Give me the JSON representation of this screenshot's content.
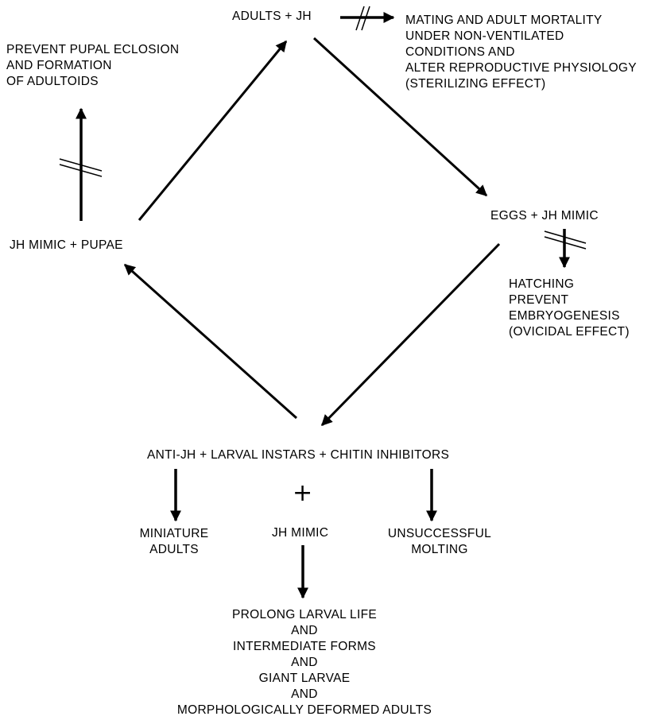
{
  "nodes": {
    "adults_jh": "ADULTS + JH",
    "eggs_jh_mimic": "EGGS + JH MIMIC",
    "jh_mimic_pupae": "JH MIMIC + PUPAE",
    "larval_row": "ANTI-JH + LARVAL INSTARS + CHITIN INHIBITORS",
    "larval_plus": "+",
    "jh_mimic": "JH MIMIC"
  },
  "effects": {
    "adults": [
      "MATING AND ADULT MORTALITY",
      "UNDER NON-VENTILATED",
      "CONDITIONS AND",
      "ALTER REPRODUCTIVE PHYSIOLOGY",
      "(STERILIZING EFFECT)"
    ],
    "pupae": [
      "PREVENT PUPAL ECLOSION",
      "AND FORMATION",
      "OF ADULTOIDS"
    ],
    "eggs": [
      "HATCHING",
      "PREVENT",
      "EMBRYOGENESIS",
      "(OVICIDAL EFFECT)"
    ],
    "anti_jh": [
      "MINIATURE",
      "ADULTS"
    ],
    "chitin": [
      "UNSUCCESSFUL",
      "MOLTING"
    ],
    "jh_mimic": [
      "PROLONG LARVAL LIFE",
      "AND",
      "INTERMEDIATE FORMS",
      "AND",
      "GIANT LARVAE",
      "AND",
      "MORPHOLOGICALLY DEFORMED ADULTS"
    ]
  },
  "colors": {
    "ink": "#000000",
    "background": "#ffffff"
  }
}
